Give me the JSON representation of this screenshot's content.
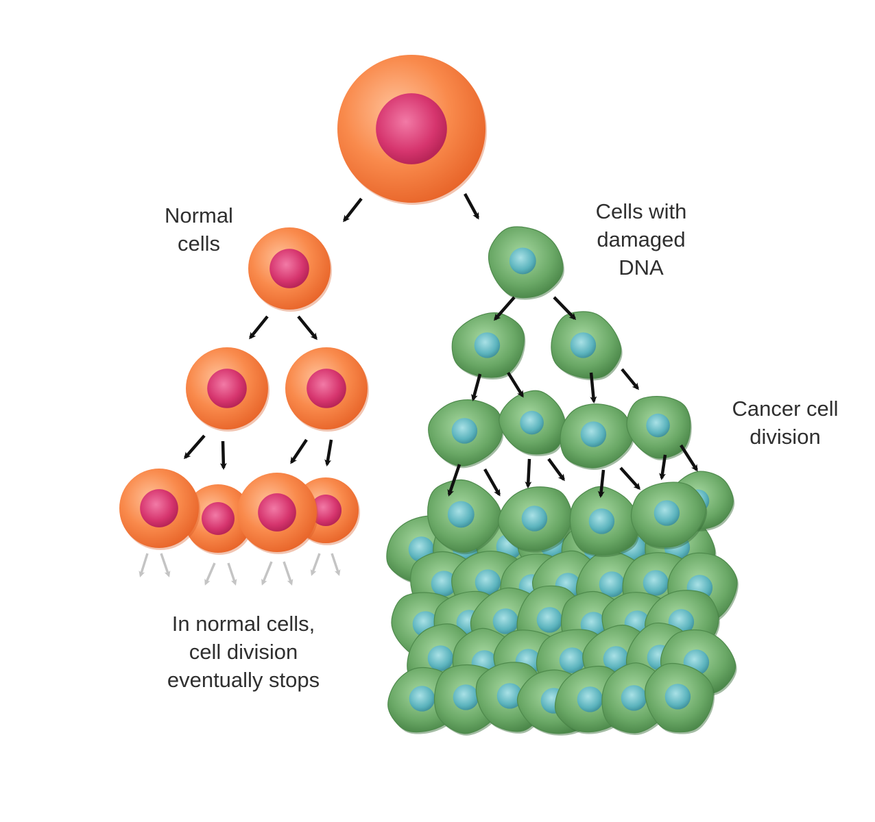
{
  "labels": {
    "normal_cells": [
      "Normal",
      "cells"
    ],
    "damaged_cells": [
      "Cells with",
      "damaged",
      "DNA"
    ],
    "cancer_division": [
      "Cancer cell",
      "division"
    ],
    "normal_stop": [
      "In normal cells,",
      "cell division",
      "eventually stops"
    ]
  },
  "colors": {
    "normal_cell": "#f5874a",
    "normal_nucleus": "#d6356e",
    "cancer_cell": "#6aa866",
    "cancer_nucleus": "#5bb3bd",
    "arrow": "#111111",
    "faded_arrow": "#bdbdbd"
  }
}
